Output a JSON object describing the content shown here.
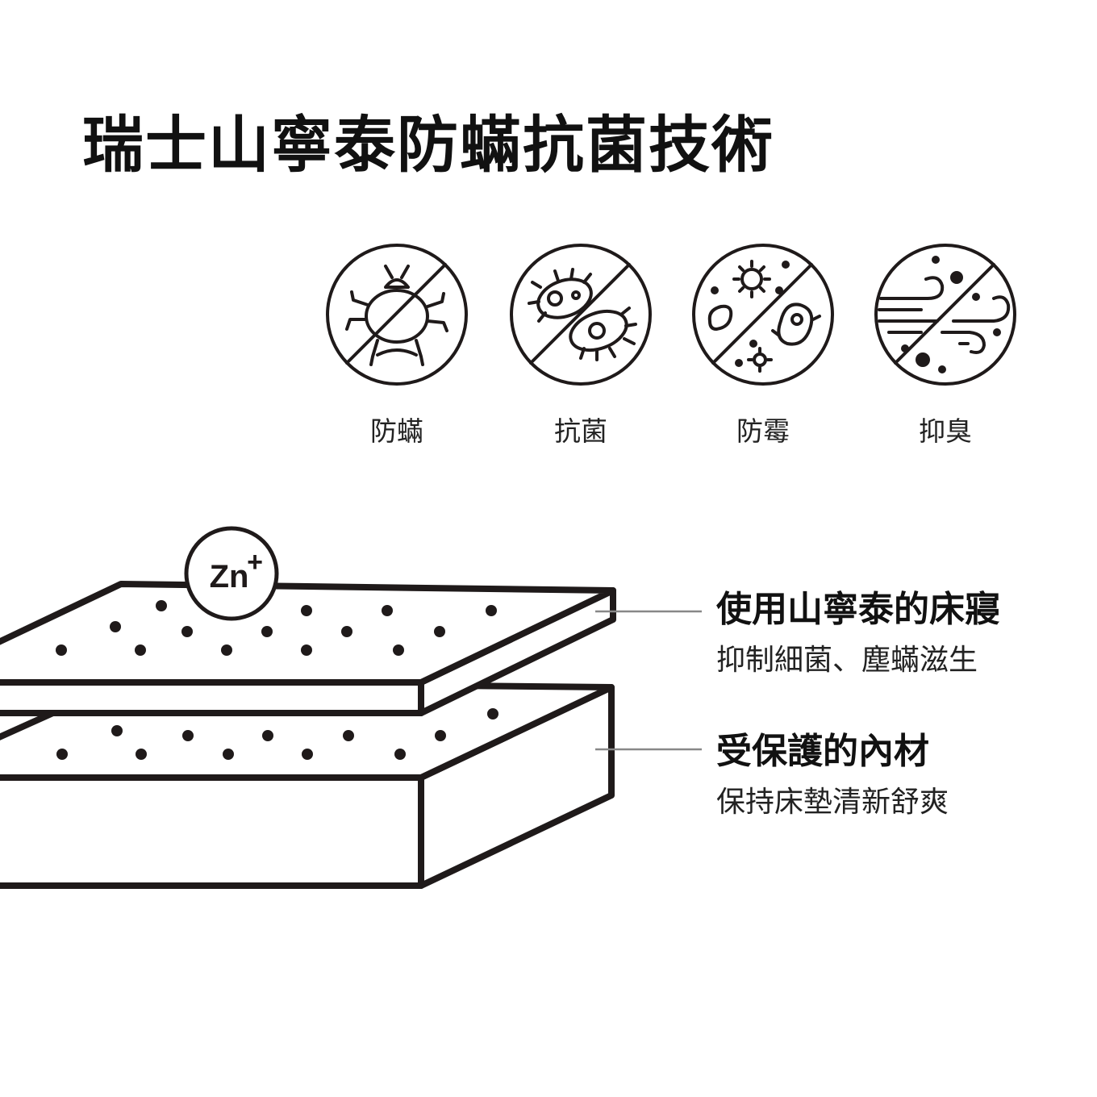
{
  "title": "瑞士山寧泰防蟎抗菌技術",
  "features": [
    {
      "label": "防蟎",
      "icon": "dust-mite-crossed-icon"
    },
    {
      "label": "抗菌",
      "icon": "bacteria-crossed-icon"
    },
    {
      "label": "防霉",
      "icon": "mold-crossed-icon"
    },
    {
      "label": "抑臭",
      "icon": "odor-crossed-icon"
    }
  ],
  "zinc_badge": {
    "symbol": "Zn",
    "charge": "+"
  },
  "callouts": [
    {
      "title": "使用山寧泰的床寢",
      "subtitle": "抑制細菌、塵蟎滋生"
    },
    {
      "title": "受保護的內材",
      "subtitle": "保持床墊清新舒爽"
    }
  ],
  "colors": {
    "ink": "#1f1a1a",
    "leader": "#888888",
    "background": "#ffffff"
  }
}
